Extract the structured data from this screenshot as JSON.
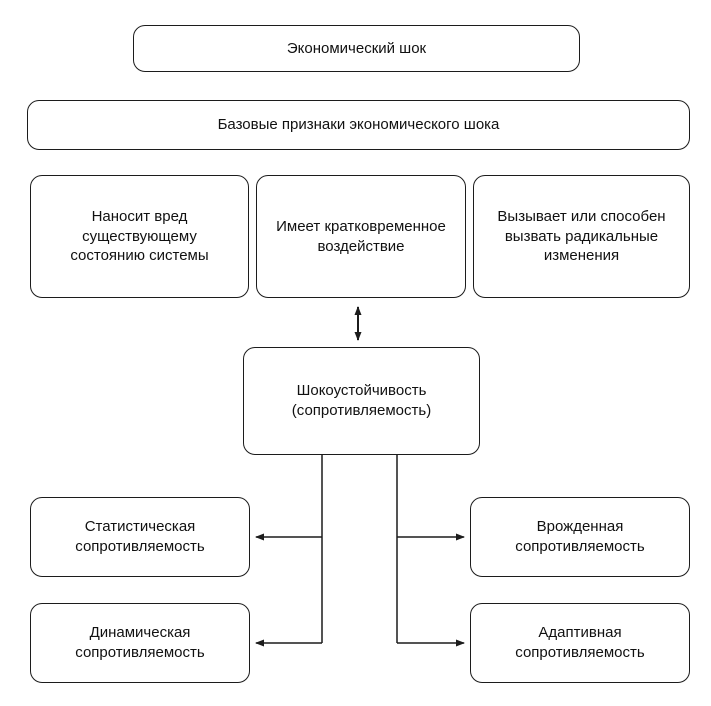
{
  "diagram": {
    "title": "Экономический шок",
    "subtitle": "Базовые признаки экономического шока",
    "features": [
      "Наносит вред существующему состоянию системы",
      "Имеет кратковременное воздействие",
      "Вызывает или способен вызвать радикальные изменения"
    ],
    "center": "Шокоустойчивость (сопротивляемость)",
    "left_branch": [
      "Статистическая сопротивляемость",
      "Динамическая сопротивляемость"
    ],
    "right_branch": [
      "Врожденная сопротивляемость",
      "Адаптивная сопротивляемость"
    ],
    "line_color": "#1c1c1c"
  }
}
